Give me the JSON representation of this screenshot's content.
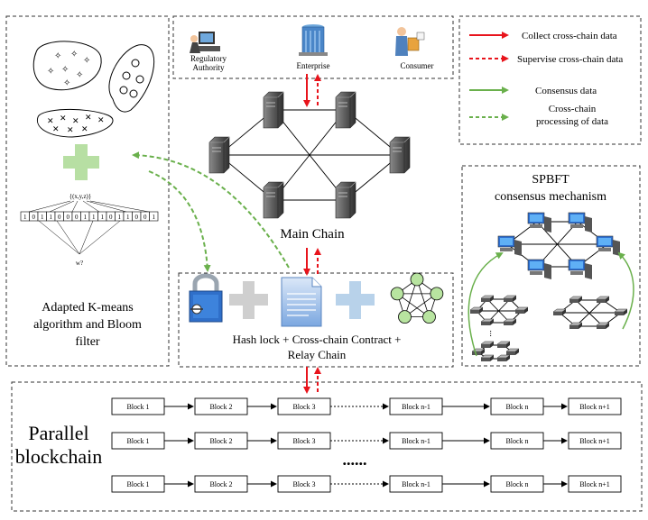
{
  "actors": {
    "regulatory": [
      "Regulatory",
      "Authority"
    ],
    "enterprise": "Enterprise",
    "consumer": "Consumer"
  },
  "legend": {
    "collect": "Collect cross-chain data",
    "supervise": "Supervise cross-chain data",
    "consensus": "Consensus data",
    "processing": [
      "Cross-chain",
      "processing of data"
    ]
  },
  "colors": {
    "red": "#e8141c",
    "green": "#6ab04c",
    "plus_green": "#b7dfa3",
    "plus_gray": "#cfcfcf",
    "plus_blue": "#b8d2ea",
    "node_green": "#b8e4a0"
  },
  "main_chain_label": "Main Chain",
  "sbpft": [
    "SPBFT",
    "consensus mechanism"
  ],
  "kmeans": {
    "set_notation": "{(x,y,z)}",
    "bits": [
      "1",
      "0",
      "1",
      "1",
      "0",
      "0",
      "0",
      "1",
      "1",
      "1",
      "0",
      "1",
      "1",
      "0",
      "0",
      "1"
    ],
    "query": "w?",
    "caption": [
      "Adapted K-means",
      "algorithm and Bloom",
      "filter"
    ]
  },
  "relay": {
    "caption": [
      "Hash lock + Cross-chain Contract +",
      "Relay Chain"
    ]
  },
  "parallel": {
    "title": [
      "Parallel",
      "blockchain"
    ],
    "blocks": [
      "Block 1",
      "Block 2",
      "Block 3",
      "Block n-1",
      "Block n",
      "Block n+1"
    ],
    "ellipsis": "......"
  }
}
